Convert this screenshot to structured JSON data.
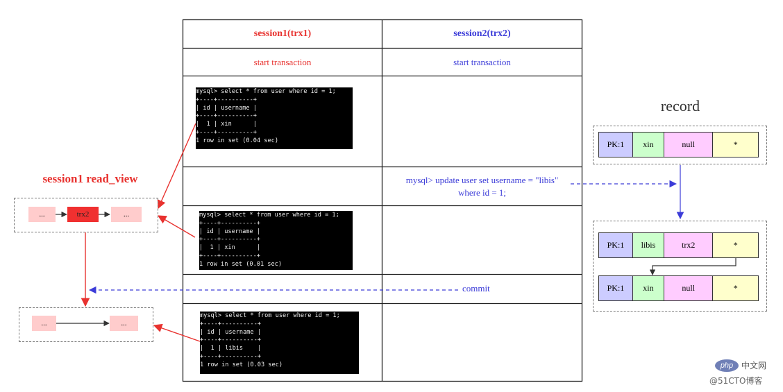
{
  "table": {
    "header_left": "session1(trx1)",
    "header_right": "session2(trx2)",
    "start_left": "start transaction",
    "start_right": "start transaction",
    "update_stmt_line1": "mysql> update user set username = \"libis\"",
    "update_stmt_line2": "where id = 1;",
    "commit": "commit"
  },
  "terminals": {
    "t1": [
      "mysql> select * from user where id = 1;",
      "+----+----------+",
      "| id | username |",
      "+----+----------+",
      "|  1 | xin      |",
      "+----+----------+",
      "1 row in set (0.04 sec)"
    ],
    "t2": [
      "mysql> select * from user where id = 1;",
      "+----+----------+",
      "| id | username |",
      "+----+----------+",
      "|  1 | xin      |",
      "+----+----------+",
      "1 row in set (0.01 sec)"
    ],
    "t3": [
      "mysql> select * from user where id = 1;",
      "+----+----------+",
      "| id | username |",
      "+----+----------+",
      "|  1 | libis    |",
      "+----+----------+",
      "1 row in set (0.03 sec)"
    ]
  },
  "read_view": {
    "title": "session1 read_view",
    "nodes_top": [
      "...",
      "trx2",
      "..."
    ],
    "nodes_bottom": [
      "...",
      "..."
    ]
  },
  "record": {
    "title": "record",
    "before": [
      "PK:1",
      "xin",
      "null",
      "*"
    ],
    "after_new": [
      "PK:1",
      "libis",
      "trx2",
      "*"
    ],
    "after_old": [
      "PK:1",
      "xin",
      "null",
      "*"
    ]
  },
  "watermark": {
    "logo": "php",
    "site": "中文网",
    "handle": "@51CTO博客"
  },
  "colors": {
    "session1": "#e8322f",
    "session2": "#3c3cd8",
    "node_pink": "#ffcccc",
    "node_red": "#f03030",
    "pk_blue": "#ccccff",
    "green": "#ccffcc",
    "magenta": "#ffccff",
    "yellow": "#ffffcc"
  }
}
